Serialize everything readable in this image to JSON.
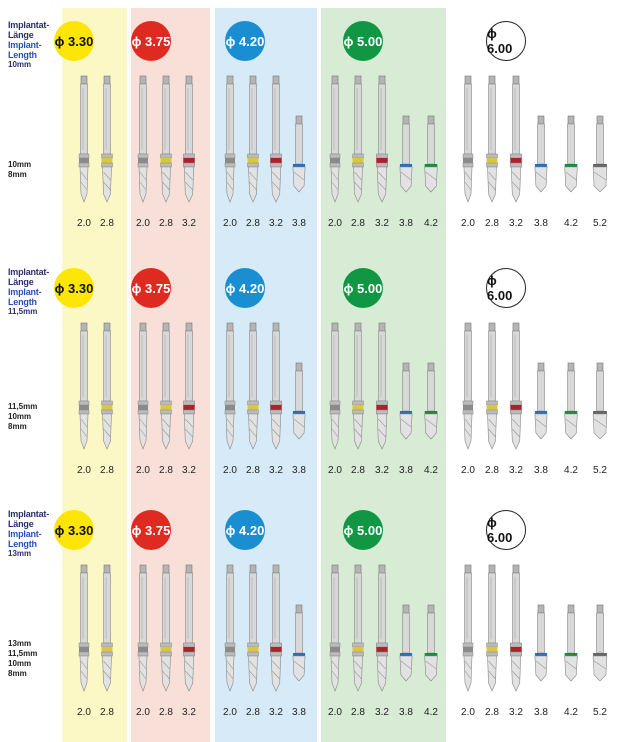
{
  "diameters": [
    {
      "label": "ϕ 3.30",
      "color": "#fde508"
    },
    {
      "label": "ϕ 3.75",
      "color": "#df2a22"
    },
    {
      "label": "ϕ 4.20",
      "color": "#1a8ed0"
    },
    {
      "label": "ϕ 5.00",
      "color": "#119744"
    },
    {
      "label": "ϕ 6.00",
      "color": "#ffffff"
    }
  ],
  "side_label": {
    "line1": "Implantat-",
    "line2": "Länge",
    "line3": "Implant-",
    "line4": "Length"
  },
  "sections": [
    {
      "length": "10mm",
      "marks": [
        "10mm",
        "8mm"
      ]
    },
    {
      "length": "11,5mm",
      "marks": [
        "11,5mm",
        "10mm",
        "8mm"
      ]
    },
    {
      "length": "13mm",
      "marks": [
        "13mm",
        "11,5mm",
        "10mm",
        "8mm"
      ]
    }
  ],
  "col_labels": {
    "c330": [
      "2.0",
      "2.8"
    ],
    "c375": [
      "2.0",
      "2.8",
      "3.2"
    ],
    "c420": [
      "2.0",
      "2.8",
      "3.2",
      "3.8"
    ],
    "c500": [
      "2.0",
      "2.8",
      "3.2",
      "3.8",
      "4.2"
    ],
    "c600": [
      "2.0",
      "2.8",
      "3.2",
      "3.8",
      "4.2",
      "5.2"
    ]
  },
  "band_colors": {
    "2.0": "#8a8a8a",
    "2.8": "#d9c93a",
    "3.2": "#b0202a",
    "3.8": "#2a6fb8",
    "4.2": "#1b8a3c",
    "5.2": "#666666"
  }
}
